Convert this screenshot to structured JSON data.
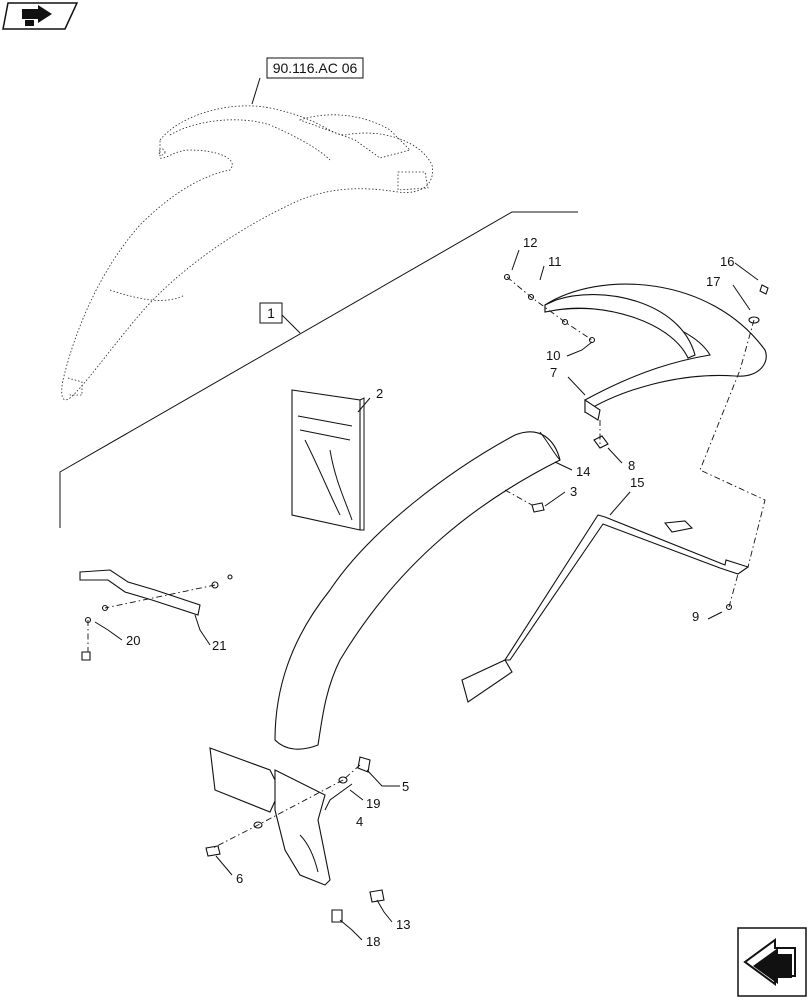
{
  "diagram": {
    "reference_code": "90.116.AC 06",
    "assembly_label": "1",
    "callouts": [
      "2",
      "3",
      "4",
      "5",
      "6",
      "7",
      "8",
      "9",
      "10",
      "11",
      "12",
      "13",
      "14",
      "15",
      "16",
      "17",
      "18",
      "19",
      "20",
      "21"
    ]
  },
  "colors": {
    "ink": "#111111",
    "paper": "#ffffff"
  },
  "icons": {
    "top_left": "next-page-arrow-icon",
    "bottom_right": "previous-page-arrow-icon"
  }
}
